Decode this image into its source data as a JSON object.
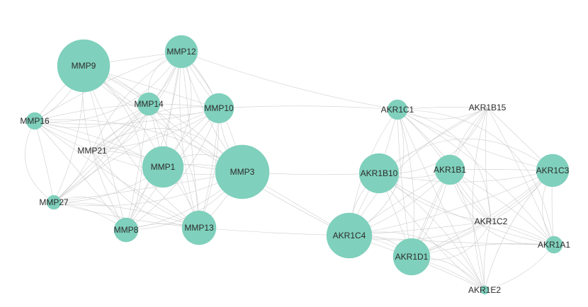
{
  "network": {
    "node_color": "#7fd0bc",
    "edge_color": "#c9c9c9",
    "nodes": [
      {
        "id": "MMP9",
        "label": "MMP9",
        "cluster": "MMP"
      },
      {
        "id": "MMP12",
        "label": "MMP12",
        "cluster": "MMP"
      },
      {
        "id": "MMP14",
        "label": "MMP14",
        "cluster": "MMP"
      },
      {
        "id": "MMP10",
        "label": "MMP10",
        "cluster": "MMP"
      },
      {
        "id": "MMP16",
        "label": "MMP16",
        "cluster": "MMP"
      },
      {
        "id": "MMP21",
        "label": "MMP21",
        "cluster": "MMP"
      },
      {
        "id": "MMP1",
        "label": "MMP1",
        "cluster": "MMP"
      },
      {
        "id": "MMP3",
        "label": "MMP3",
        "cluster": "MMP"
      },
      {
        "id": "MMP27",
        "label": "MMP27",
        "cluster": "MMP"
      },
      {
        "id": "MMP8",
        "label": "MMP8",
        "cluster": "MMP"
      },
      {
        "id": "MMP13",
        "label": "MMP13",
        "cluster": "MMP"
      },
      {
        "id": "AKR1C1",
        "label": "AKR1C1",
        "cluster": "AKR"
      },
      {
        "id": "AKR1B15",
        "label": "AKR1B15",
        "cluster": "AKR"
      },
      {
        "id": "AKR1B10",
        "label": "AKR1B10",
        "cluster": "AKR"
      },
      {
        "id": "AKR1B1",
        "label": "AKR1B1",
        "cluster": "AKR"
      },
      {
        "id": "AKR1C3",
        "label": "AKR1C3",
        "cluster": "AKR"
      },
      {
        "id": "AKR1C2",
        "label": "AKR1C2",
        "cluster": "AKR"
      },
      {
        "id": "AKR1C4",
        "label": "AKR1C4",
        "cluster": "AKR"
      },
      {
        "id": "AKR1A1",
        "label": "AKR1A1",
        "cluster": "AKR"
      },
      {
        "id": "AKR1D1",
        "label": "AKR1D1",
        "cluster": "AKR"
      },
      {
        "id": "AKR1E2",
        "label": "AKR1E2",
        "cluster": "AKR"
      }
    ],
    "cross_edges": [
      [
        "MMP3",
        "AKR1B10"
      ],
      [
        "MMP3",
        "AKR1C4"
      ],
      [
        "MMP10",
        "AKR1C1"
      ],
      [
        "MMP13",
        "AKR1C4"
      ],
      [
        "MMP12",
        "AKR1C1"
      ],
      [
        "MMP9",
        "AKR1C4"
      ]
    ]
  }
}
